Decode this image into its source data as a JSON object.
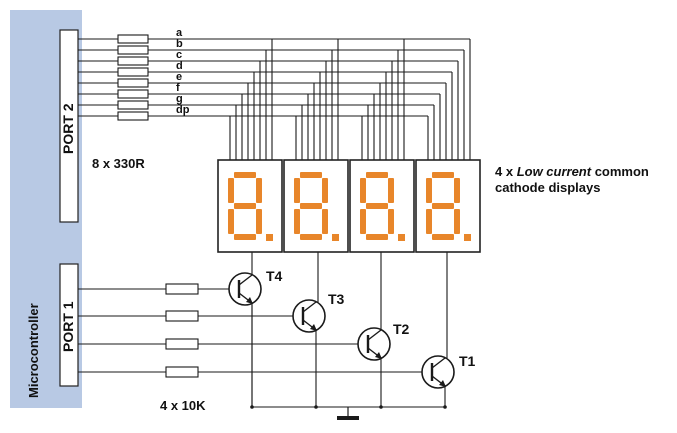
{
  "mcu_label": "Microcontroller",
  "port2_label": "PORT 2",
  "port1_label": "PORT 1",
  "segments": [
    "a",
    "b",
    "c",
    "d",
    "e",
    "f",
    "g",
    "dp"
  ],
  "seg_resistor_label": "8 x 330R",
  "base_resistor_label": "4 x 10K",
  "display_note": {
    "prefix": "4 x ",
    "italic": "Low current",
    "suffix": " common",
    "line2": "cathode displays"
  },
  "transistors": [
    "T4",
    "T3",
    "T2",
    "T1"
  ],
  "colors": {
    "mcu_band": "#b8c9e4",
    "display_body": "#ffffff",
    "display_frame": "#222222",
    "segment_color": "#e8862a",
    "wire": "#1a1a1a"
  }
}
